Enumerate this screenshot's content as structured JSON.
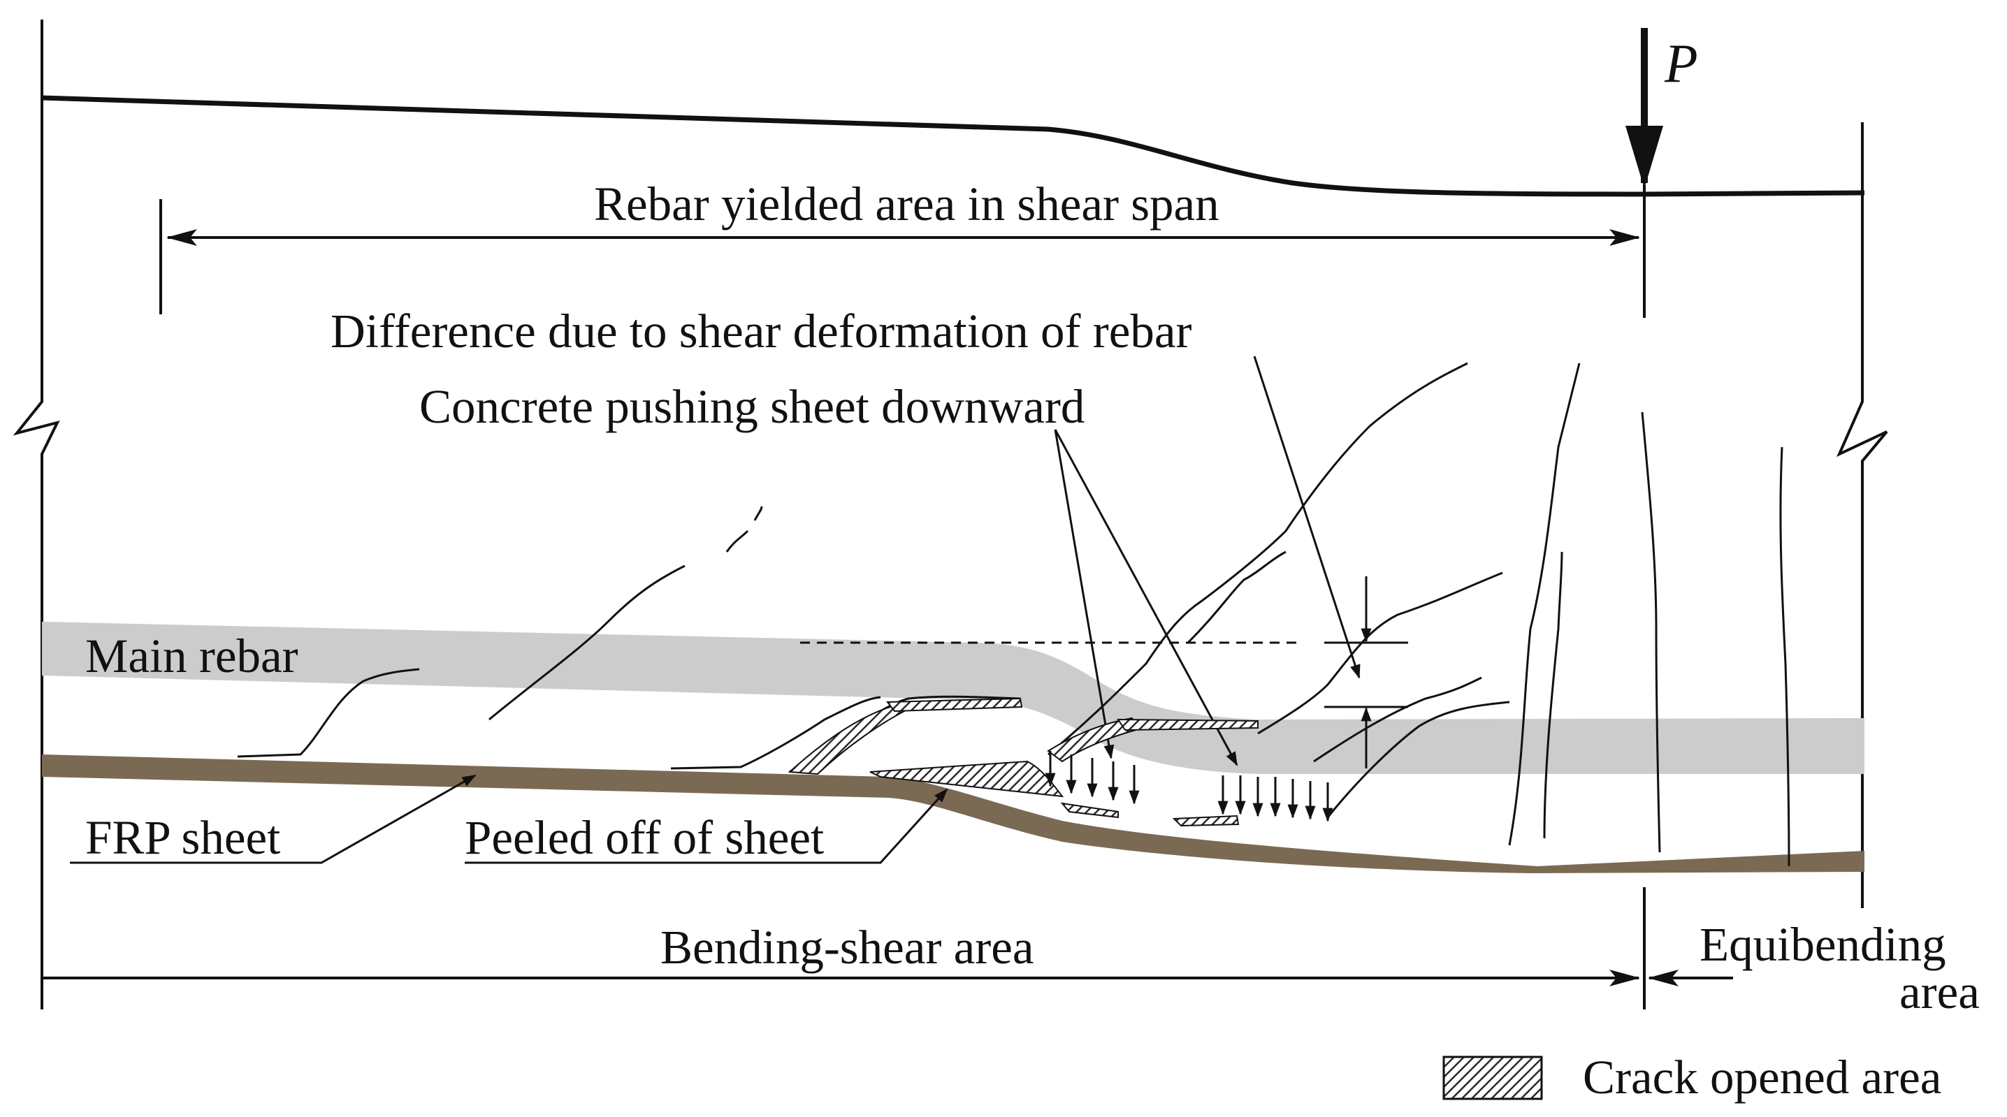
{
  "labels": {
    "load": "P",
    "rebar_yielded": "Rebar yielded area in shear span",
    "difference": "Difference due to shear deformation of rebar",
    "concrete_pushing": "Concrete pushing sheet downward",
    "main_rebar": "Main rebar",
    "frp_sheet": "FRP sheet",
    "peeled_off": "Peeled off of sheet",
    "bending_shear": "Bending-shear area",
    "equibending_line1": "Equibending",
    "equibending_line2": "area"
  },
  "legend": {
    "crack_opened": "Crack opened area"
  },
  "colors": {
    "ink": "#111111",
    "rebar": "#cccccc",
    "frp": "#7b6a53",
    "crack_hatch": "#2a2a2a"
  }
}
